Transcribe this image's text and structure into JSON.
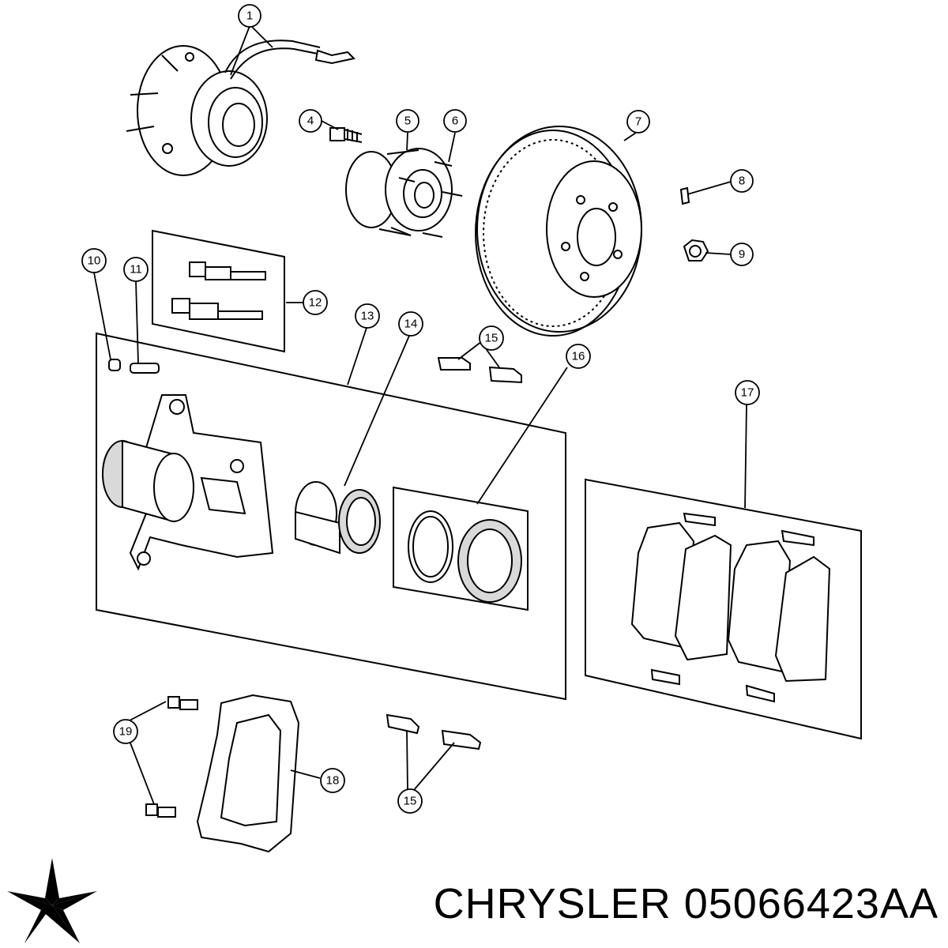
{
  "diagram": {
    "callouts": [
      "1",
      "4",
      "5",
      "6",
      "7",
      "8",
      "9",
      "10",
      "11",
      "12",
      "13",
      "14",
      "15",
      "16",
      "17",
      "15",
      "18",
      "19"
    ]
  },
  "brand": {
    "logo_icon": "chrysler-pentastar-icon",
    "title": "CHRYSLER 05066423AA"
  }
}
